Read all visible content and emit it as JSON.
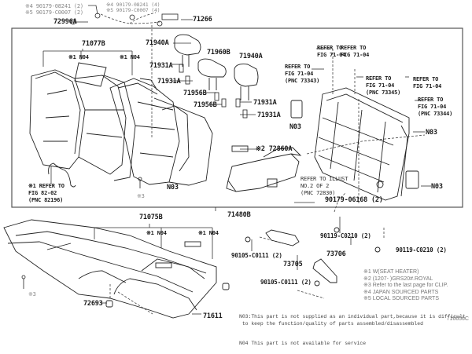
{
  "diagram": {
    "type": "exploded parts diagram",
    "subject": "Rear seat assembly",
    "figure_id": "716656C",
    "labels": {
      "bolt_90179_08241": "※4 90179-08241 (2)",
      "bolt_90179_c0007": "※5 90179-C0007 (2)",
      "bolt_90179_08241_b": "※4 90179-08241 (4)",
      "bolt_90179_c0007_b": "※5 90179-C0007 (4)",
      "p72996a": "72996A",
      "p71266": "71266",
      "p71077b": "71077B",
      "n04_a": "※1 N04",
      "n04_b": "※1 N04",
      "p71940a_1": "71940A",
      "p71960b": "71960B",
      "p71940a_2": "71940A",
      "p71931a_1": "71931A",
      "p71931a_2": "71931A",
      "p71931a_3": "71931A",
      "p71931a_4": "71931A",
      "p71956b_1": "71956B",
      "p71956b_2": "71956B",
      "n03_center": "N03",
      "n03_mid": "N03",
      "n03_right1": "N03",
      "n03_right2": "N03",
      "p72860a": "※2 72860A",
      "ref_fig_8202": "※1 REFER TO\nFIG 82-02\n(PNC 82196)",
      "ref_illust": "REFER TO ILLUST\nNO.2 OF 2\n(PNC 72830)",
      "ref_7104_a": "REFER TO\nFIG 71-04",
      "ref_7104_b": "REFER TO\nFIG 71-04",
      "ref_7104_73343": "REFER TO\nFIG 71-04\n(PNC 73343)",
      "ref_7104_73345": "REFER TO\nFIG 71-04\n(PNC 73345)",
      "ref_7104_c": "REFER TO\nFIG 71-04",
      "ref_7104_73344": "REFER TO\nFIG 71-04\n(PNC 73344)",
      "p90179_06168": "90179-06168 (2)",
      "star3_a": "※3",
      "star3_b": "※3",
      "p71480b": "71480B",
      "p71075b": "71075B",
      "n04_c": "※1 N04",
      "n04_d": "※1 N04",
      "p90119_c0210_a": "90119-C0210 (2)",
      "p90119_c0210_b": "90119-C0210 (2)",
      "p90105_c0111_a": "90105-C0111 (2)",
      "p90105_c0111_b": "90105-C0111 (2)",
      "p73705": "73705",
      "p73706": "73706",
      "p72693": "72693",
      "p71611": "71611"
    },
    "legend": [
      "※1 W(SEAT HEATER)",
      "※2 (1207-     )GRS20#.ROYAL",
      "※3 Refer to the last page for CLIP.",
      "※4 JAPAN SOURCED PARTS",
      "※5 LOCAL SOURCED PARTS"
    ],
    "notes": [
      "N03:This part is not supplied as an individual part,because it is difficult\n to keep the function/quality of parts assembled/disassembled",
      "N04 This part is not available for service"
    ]
  }
}
